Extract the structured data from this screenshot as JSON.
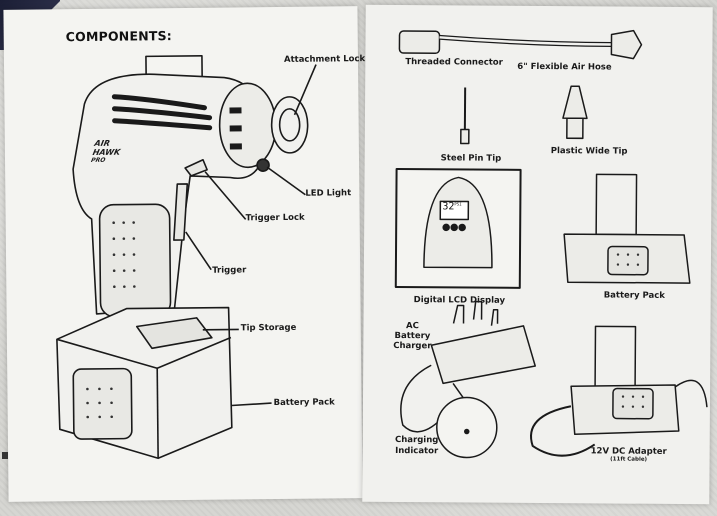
{
  "left_page": {
    "title": "COMPONENTS:",
    "logo_text": "AIR HAWK",
    "logo_sub": "PRO",
    "labels": {
      "attachment_lock": "Attachment Lock",
      "led_light": "LED Light",
      "trigger_lock": "Trigger Lock",
      "trigger": "Trigger",
      "tip_storage": "Tip Storage",
      "battery_pack": "Battery Pack"
    }
  },
  "right_page": {
    "labels": {
      "threaded_connector": "Threaded Connector",
      "flexible_air_hose": "6\" Flexible Air Hose",
      "steel_pin_tip": "Steel Pin Tip",
      "plastic_wide_tip": "Plastic Wide Tip",
      "digital_lcd_display": "Digital LCD Display",
      "battery_pack": "Battery Pack",
      "ac_battery_charger": "AC Battery Charger",
      "charging_indicator": "Charging Indicator",
      "dc_adapter": "12V DC Adapter",
      "dc_adapter_sub": "(11ft Cable)"
    },
    "lcd_reading": "32",
    "lcd_unit": "PSI"
  },
  "colors": {
    "page": "#f4f4f1",
    "ink": "#1a1a1a",
    "tablecloth": "#d6d6d2",
    "corner": "#1b1e35"
  }
}
